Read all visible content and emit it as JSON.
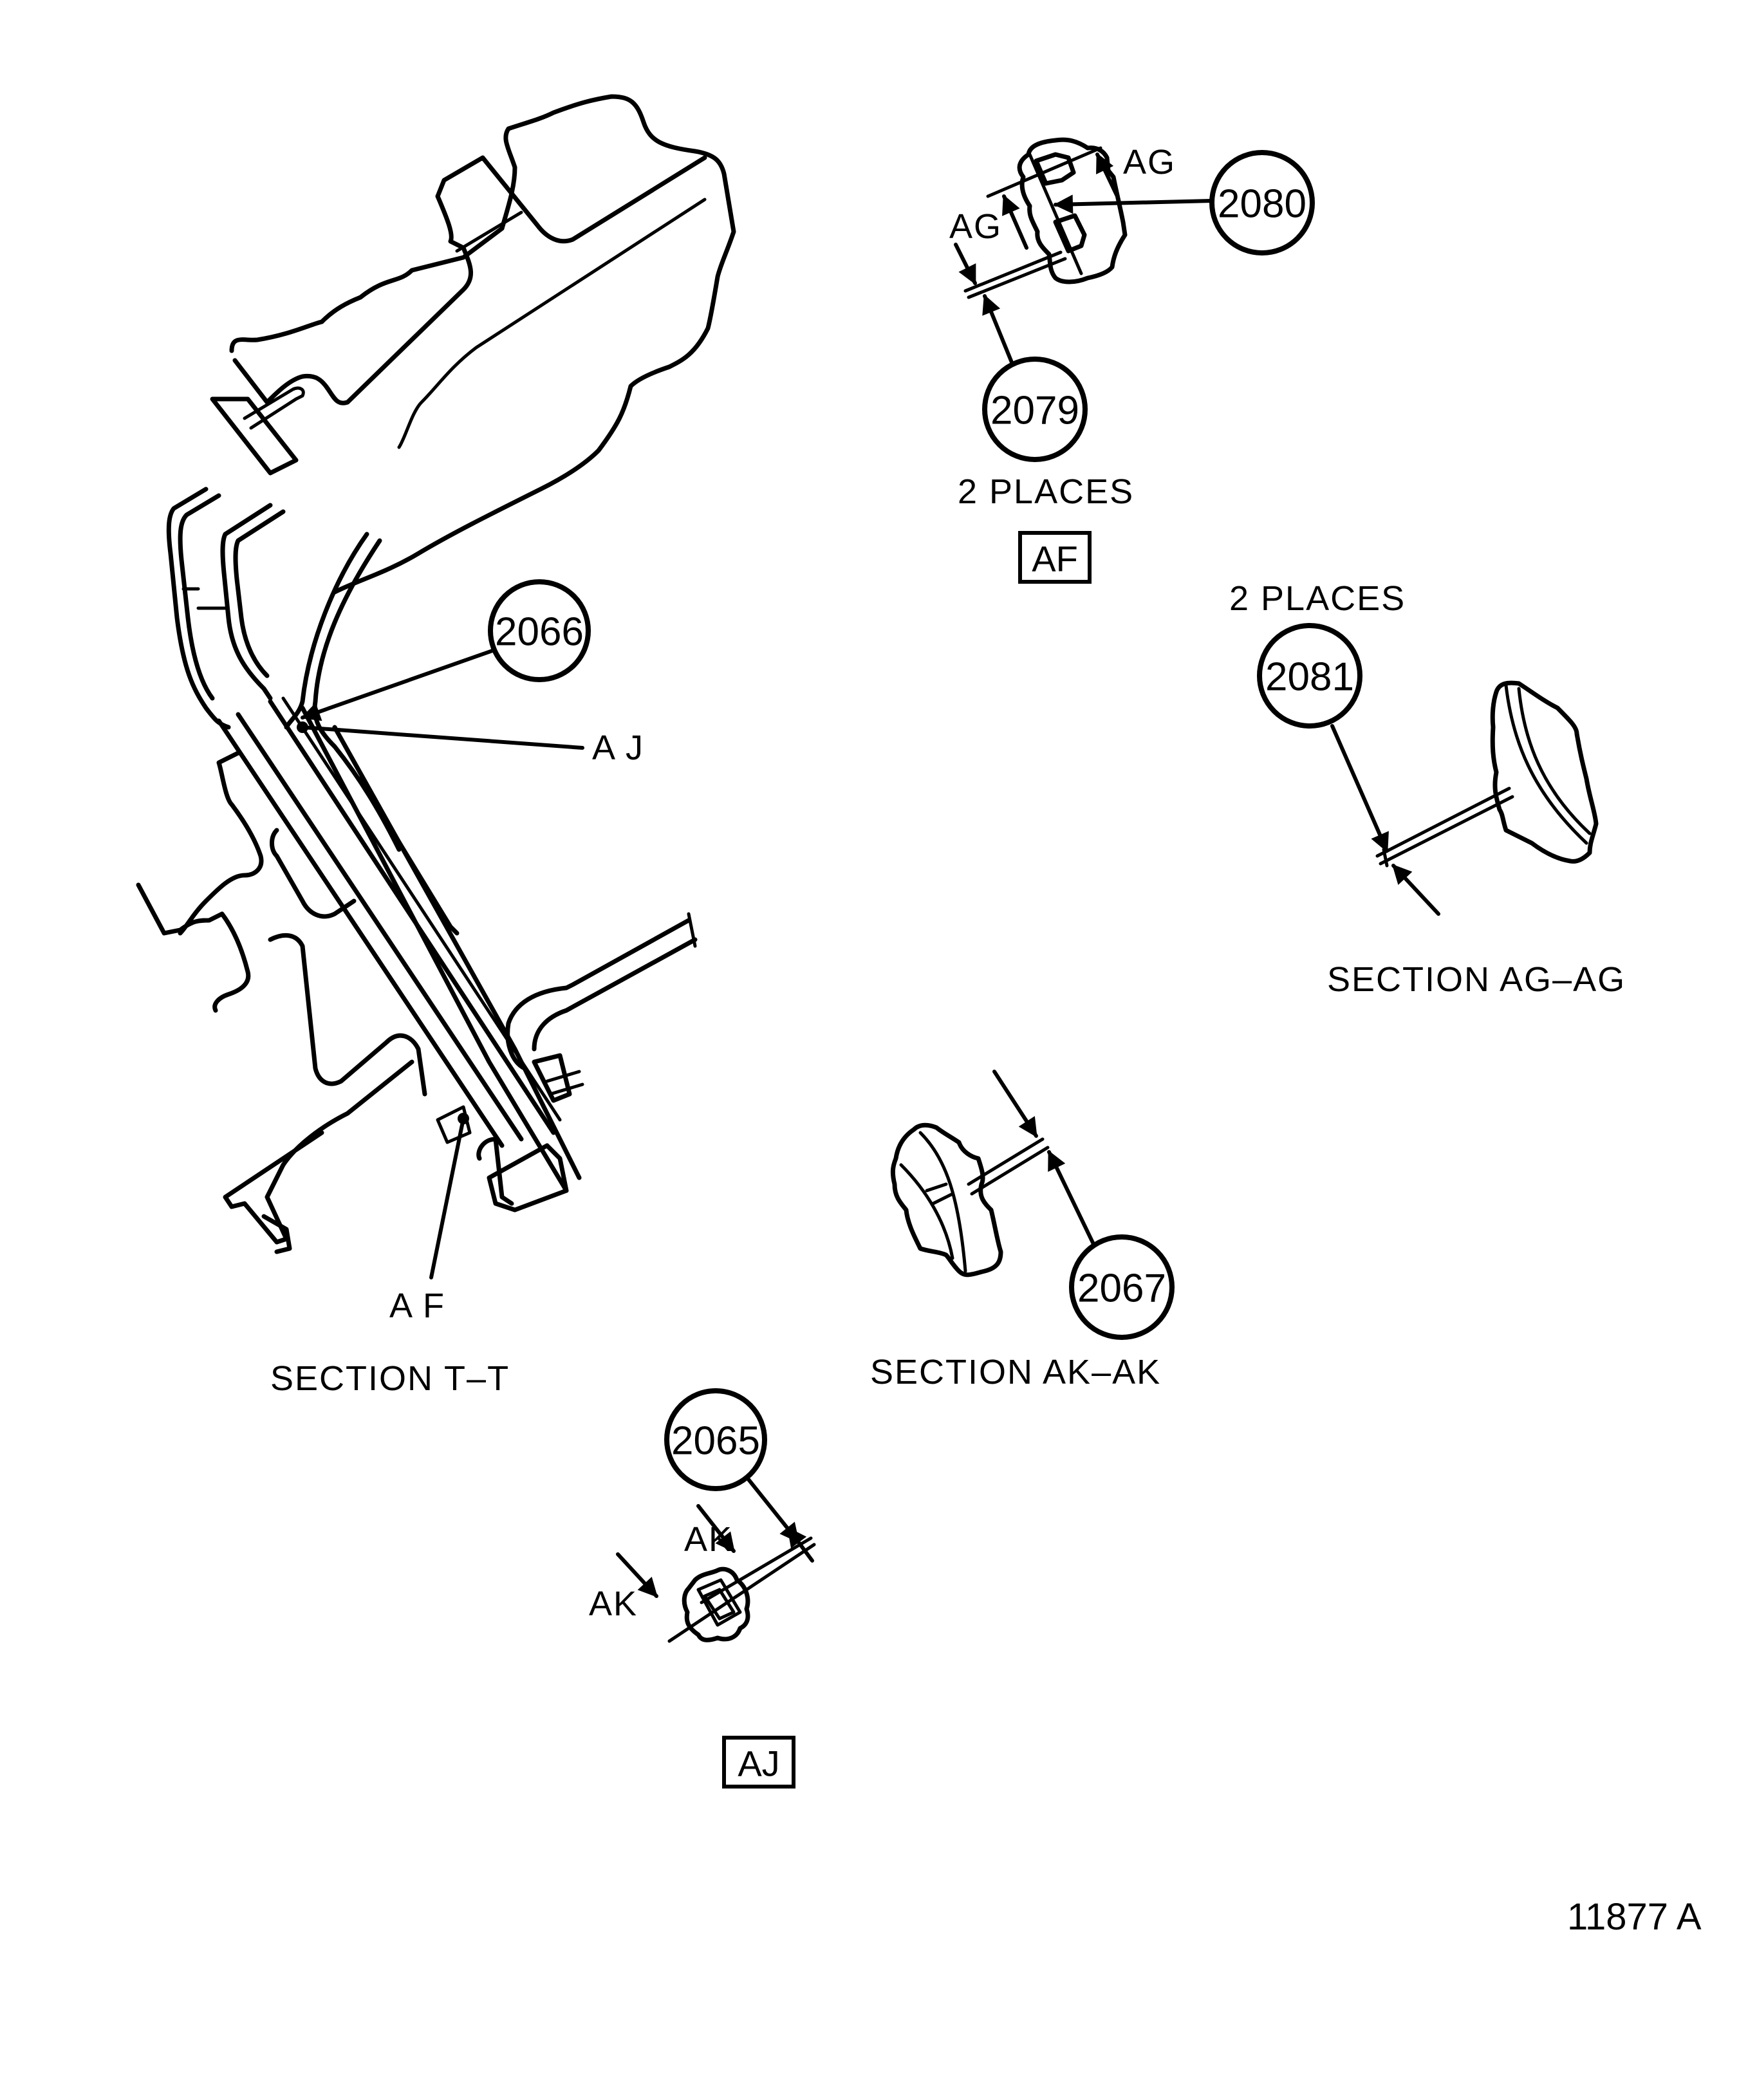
{
  "figure": {
    "figure_number": "11877 A",
    "views": [
      {
        "id": "section-t-t",
        "title": "SECTION T–T",
        "callouts": [
          "2066"
        ],
        "detail_refs": [
          "A J",
          "A F"
        ]
      },
      {
        "id": "detail-af",
        "callouts": [
          "2080",
          "2079"
        ],
        "cut_labels": [
          "AG",
          "AG"
        ],
        "note": "2 PLACES",
        "ref_box": "AF"
      },
      {
        "id": "section-ag-ag",
        "title": "SECTION AG–AG",
        "callouts": [
          "2081"
        ],
        "note": "2 PLACES"
      },
      {
        "id": "section-ak-ak",
        "title": "SECTION AK–AK",
        "callouts": [
          "2067"
        ]
      },
      {
        "id": "detail-aj",
        "callouts": [
          "2065"
        ],
        "cut_labels": [
          "AK",
          "AK"
        ],
        "ref_box": "AJ"
      }
    ]
  },
  "labels": {
    "c2066": "2066",
    "c2080": "2080",
    "c2079": "2079",
    "c2081": "2081",
    "c2067": "2067",
    "c2065": "2065",
    "aj_ref": "A J",
    "af_ref": "A F",
    "section_tt": "SECTION T–T",
    "section_agag": "SECTION AG–AG",
    "section_akak": "SECTION AK–AK",
    "two_places_af": "2 PLACES",
    "two_places_ag": "2 PLACES",
    "ag_upper": "AG",
    "ag_lower": "AG",
    "ak_upper": "AK",
    "ak_lower": "AK",
    "box_af": "AF",
    "box_aj": "AJ",
    "figure_number": "11877 A"
  }
}
